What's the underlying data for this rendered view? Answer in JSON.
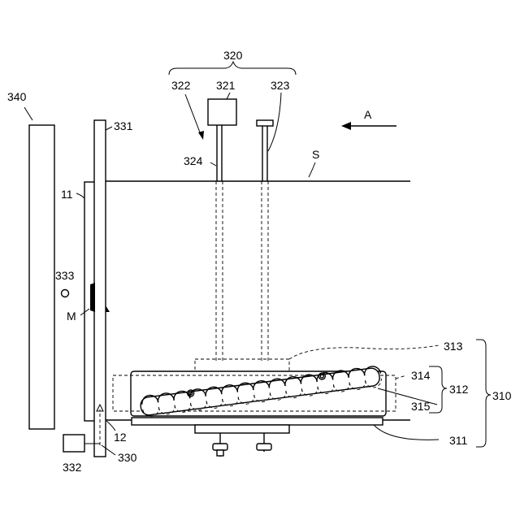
{
  "labels": {
    "l320": "320",
    "l322": "322",
    "l321": "321",
    "l323": "323",
    "l340": "340",
    "l331": "331",
    "lA": "A",
    "l324": "324",
    "lS": "S",
    "l11": "11",
    "l333": "333",
    "lM": "M",
    "l313": "313",
    "l314": "314",
    "l312": "312",
    "l310": "310",
    "l315": "315",
    "l12": "12",
    "l311": "311",
    "l332": "332",
    "l330": "330"
  },
  "rollers": {
    "count": 15
  }
}
